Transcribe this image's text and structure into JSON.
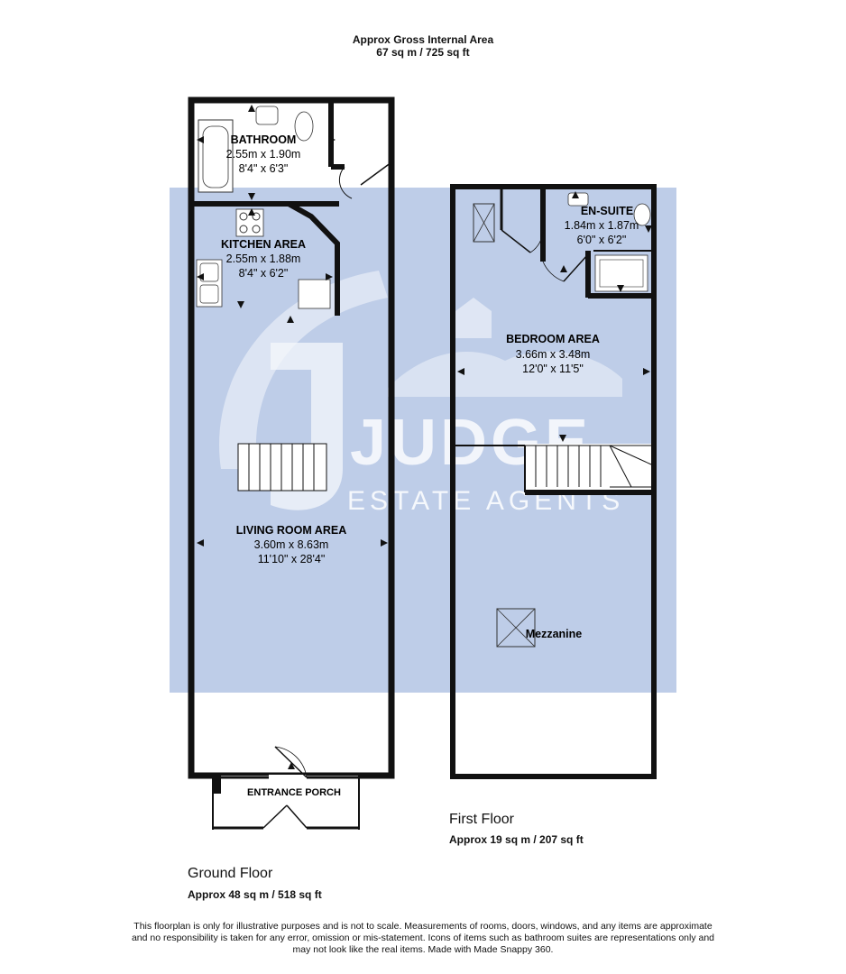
{
  "header": {
    "line1": "Approx Gross Internal Area",
    "line2": "67 sq m / 725 sq ft"
  },
  "watermark": {
    "brand": "JUDGE",
    "subtitle": "ESTATE AGENTS",
    "color": "#b9c9e6"
  },
  "ground_floor": {
    "label": "Ground Floor",
    "area": "Approx 48 sq m / 518 sq ft",
    "rooms": {
      "bathroom": {
        "name": "BATHROOM",
        "metric": "2.55m x 1.90m",
        "imperial": "8'4\" x 6'3\""
      },
      "kitchen": {
        "name": "KITCHEN AREA",
        "metric": "2.55m x 1.88m",
        "imperial": "8'4\" x 6'2\""
      },
      "living": {
        "name": "LIVING ROOM AREA",
        "metric": "3.60m x 8.63m",
        "imperial": "11'10\" x 28'4\""
      },
      "porch": {
        "name": "ENTRANCE PORCH"
      }
    }
  },
  "first_floor": {
    "label": "First Floor",
    "area": "Approx 19 sq m / 207 sq ft",
    "rooms": {
      "ensuite": {
        "name": "EN-SUITE",
        "metric": "1.84m x 1.87m",
        "imperial": "6'0\" x 6'2\""
      },
      "bedroom": {
        "name": "BEDROOM AREA",
        "metric": "3.66m x 3.48m",
        "imperial": "12'0\" x 11'5\""
      },
      "mezzanine": {
        "name": "Mezzanine"
      }
    }
  },
  "disclaimer": {
    "line1": "This floorplan is only for illustrative purposes and is not to scale. Measurements of rooms, doors, windows, and any items are approximate",
    "line2": "and no responsibility is taken for any error, omission or mis-statement. Icons of items such as bathroom suites are representations only and",
    "line3": "may not look like the real items. Made with Made Snappy 360."
  }
}
